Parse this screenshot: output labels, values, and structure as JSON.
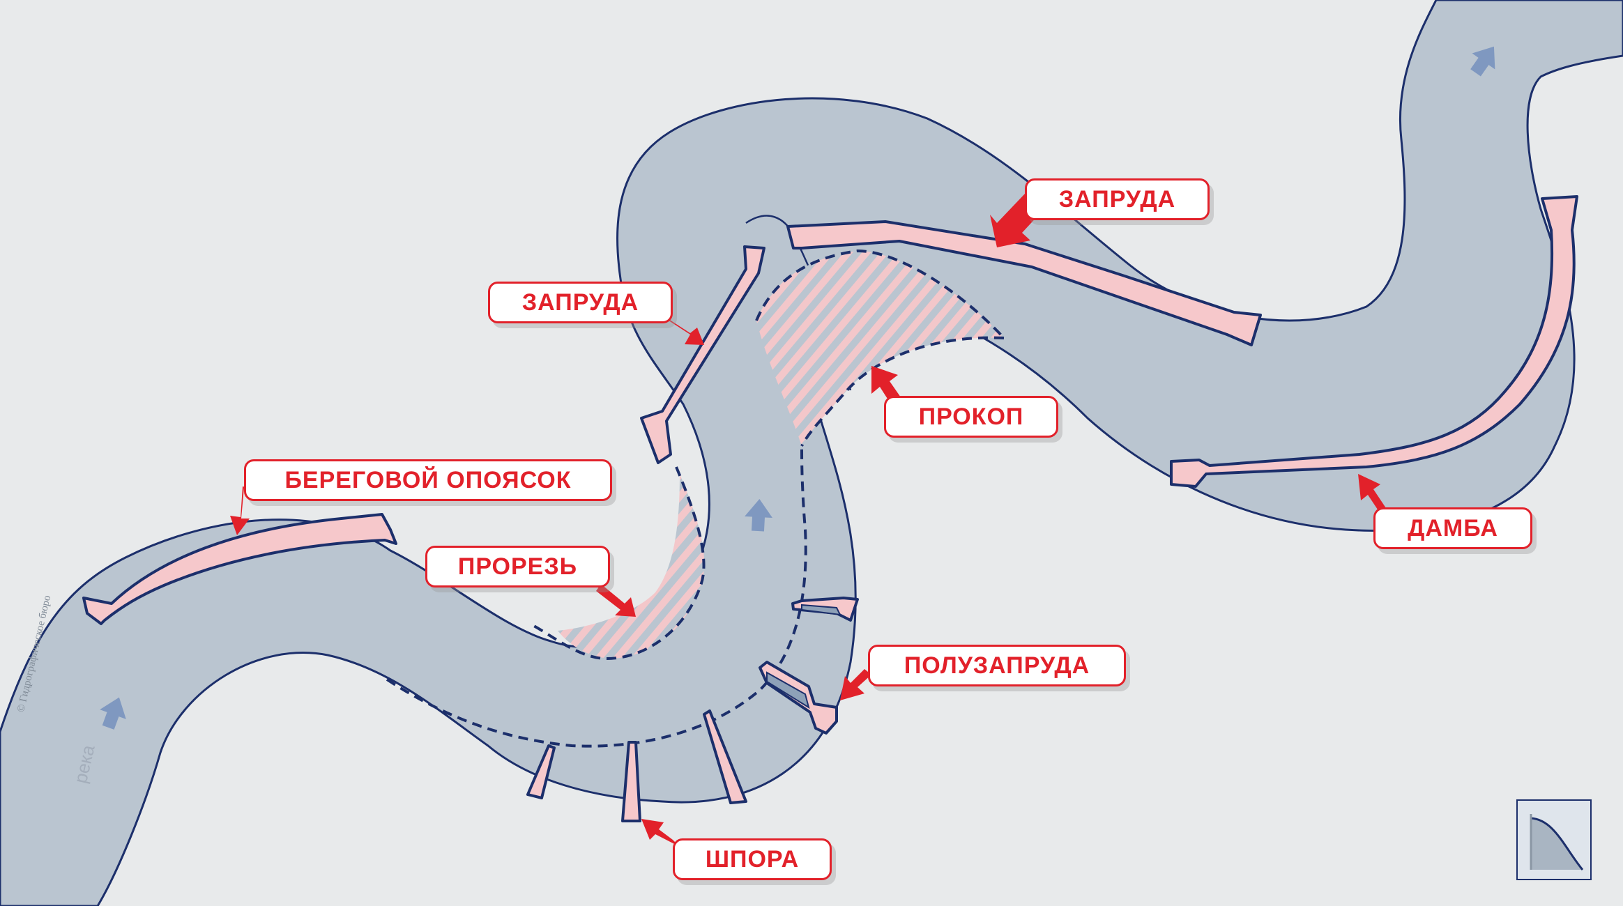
{
  "colors": {
    "background": "#e8eaeb",
    "water": "#bac5d0",
    "bank_line": "#1c2f6b",
    "structure_fill": "#f6c8cb",
    "label_red": "#e2212a",
    "flow_arrow": "#7f98c0"
  },
  "labels": {
    "zapruda_top": "ЗАПРУДА",
    "zapruda_mid": "ЗАПРУДА",
    "prokop": "ПРОКОП",
    "beregovoi": "БЕРЕГОВОЙ ОПОЯСОК",
    "prorez": "ПРОРЕЗЬ",
    "poluzapruda": "ПОЛУЗАПРУДА",
    "shpora": "ШПОРА",
    "damba": "ДАМБА"
  },
  "river_word": "река",
  "watermark": "© Гидрографическое бюро",
  "icons": {
    "flow_arrow": "arrow-up-icon",
    "logo": "slope-logo-icon"
  }
}
